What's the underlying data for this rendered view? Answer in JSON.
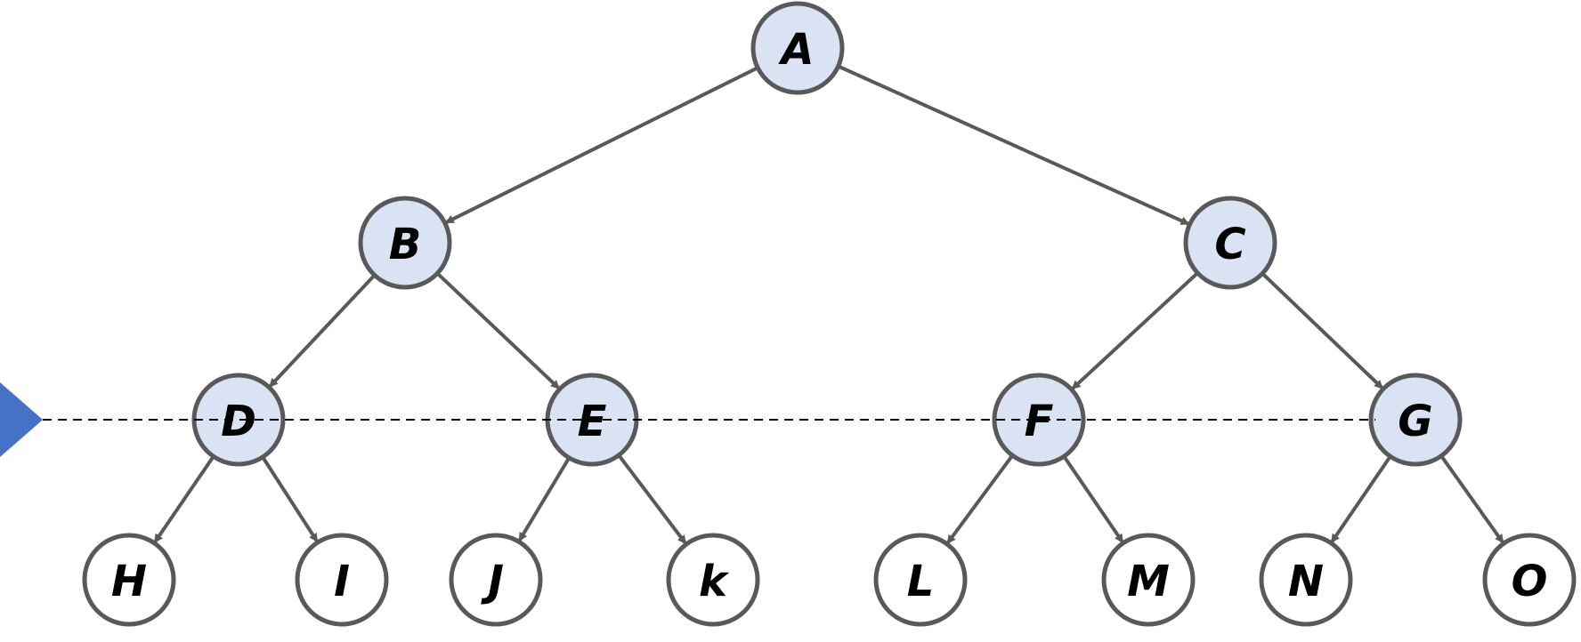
{
  "colors": {
    "internal_fill": "#dae3f3",
    "leaf_fill": "#ffffff",
    "stroke": "#595959",
    "pointer": "#4472c4"
  },
  "nodes": [
    {
      "id": "A",
      "label": "A",
      "kind": "internal"
    },
    {
      "id": "B",
      "label": "B",
      "kind": "internal"
    },
    {
      "id": "C",
      "label": "C",
      "kind": "internal"
    },
    {
      "id": "D",
      "label": "D",
      "kind": "internal"
    },
    {
      "id": "E",
      "label": "E",
      "kind": "internal"
    },
    {
      "id": "F",
      "label": "F",
      "kind": "internal"
    },
    {
      "id": "G",
      "label": "G",
      "kind": "internal"
    },
    {
      "id": "H",
      "label": "H",
      "kind": "leaf"
    },
    {
      "id": "I",
      "label": "I",
      "kind": "leaf"
    },
    {
      "id": "J",
      "label": "J",
      "kind": "leaf"
    },
    {
      "id": "K",
      "label": "k",
      "kind": "leaf"
    },
    {
      "id": "L",
      "label": "L",
      "kind": "leaf"
    },
    {
      "id": "M",
      "label": "M",
      "kind": "leaf"
    },
    {
      "id": "N",
      "label": "N",
      "kind": "leaf"
    },
    {
      "id": "O",
      "label": "O",
      "kind": "leaf"
    }
  ],
  "edges": [
    [
      "A",
      "B"
    ],
    [
      "A",
      "C"
    ],
    [
      "B",
      "D"
    ],
    [
      "B",
      "E"
    ],
    [
      "C",
      "F"
    ],
    [
      "C",
      "G"
    ],
    [
      "D",
      "H"
    ],
    [
      "D",
      "I"
    ],
    [
      "E",
      "J"
    ],
    [
      "E",
      "K"
    ],
    [
      "F",
      "L"
    ],
    [
      "F",
      "M"
    ],
    [
      "G",
      "N"
    ],
    [
      "G",
      "O"
    ]
  ]
}
